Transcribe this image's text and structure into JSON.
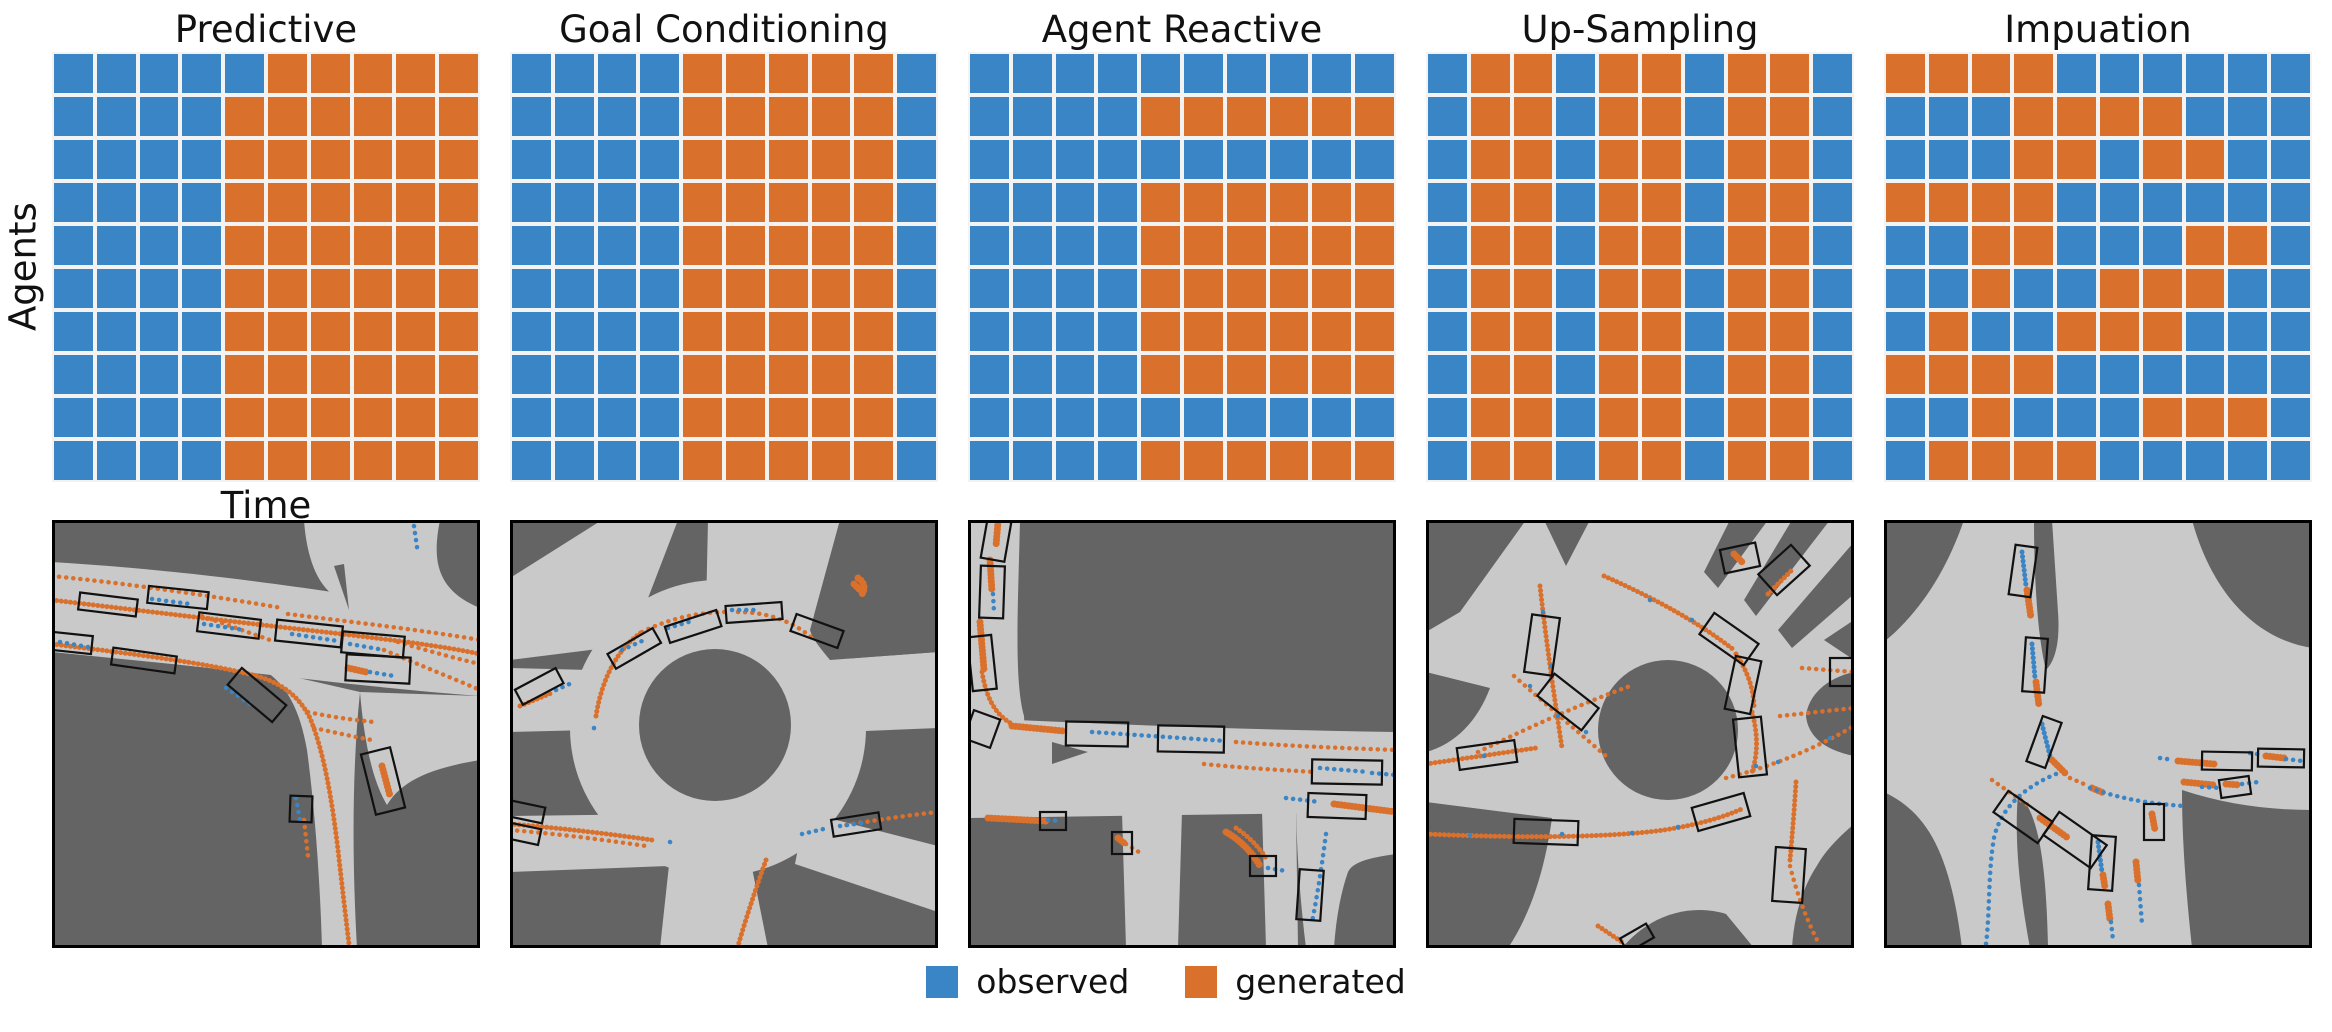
{
  "figure": {
    "ylabel": "Agents",
    "xlabel": "Time"
  },
  "colors": {
    "observed": "#3A85C6",
    "generated": "#D9712D",
    "road": "#C9C9C9",
    "offroad": "#646464",
    "grid_background": "#F3F3F3"
  },
  "mask_key": {
    "B": "observed",
    "O": "generated"
  },
  "panels": [
    {
      "title": "Predictive",
      "mask_rows": [
        "BBBBBOOOOO",
        "BBBBOOOOOO",
        "BBBBOOOOOO",
        "BBBBOOOOOO",
        "BBBBOOOOOO",
        "BBBBOOOOOO",
        "BBBBOOOOOO",
        "BBBBOOOOOO",
        "BBBBOOOOOO",
        "BBBBOOOOOO"
      ]
    },
    {
      "title": "Goal Conditioning",
      "mask_rows": [
        "BBBBOOOOOB",
        "BBBBOOOOOB",
        "BBBBOOOOOB",
        "BBBBOOOOOB",
        "BBBBOOOOOB",
        "BBBBOOOOOB",
        "BBBBOOOOOB",
        "BBBBOOOOOB",
        "BBBBOOOOOB",
        "BBBBOOOOOB"
      ]
    },
    {
      "title": "Agent Reactive",
      "mask_rows": [
        "BBBBBBBBBB",
        "BBBBOOOOOO",
        "BBBBBBBBBB",
        "BBBBOOOOOO",
        "BBBBOOOOOO",
        "BBBBOOOOOO",
        "BBBBOOOOOO",
        "BBBBOOOOOO",
        "BBBBBBBBBB",
        "BBBBOOOOOO"
      ]
    },
    {
      "title": "Up-Sampling",
      "mask_rows": [
        "BOOBOOBOOB",
        "BOOBOOBOOB",
        "BOOBOOBOOB",
        "BOOBOOBOOB",
        "BOOBOOBOOB",
        "BOOBOOBOOB",
        "BOOBOOBOOB",
        "BOOBOOBOOB",
        "BOOBOOBOOB",
        "BOOBOOBOOB"
      ]
    },
    {
      "title": "Impuation",
      "mask_rows": [
        "OOOOBBBBBB",
        "BBBOOOOBBB",
        "BBBOOBOOBB",
        "OOOOBBBBBB",
        "BBOOBBBOOB",
        "BBOBBOOOBB",
        "BOBBOOOBBB",
        "OOOOBBBBBB",
        "BBOBBBOOOB",
        "BOOOOBBBBB"
      ]
    }
  ],
  "legend": {
    "items": [
      {
        "label": "observed",
        "color": "#3A85C6"
      },
      {
        "label": "generated",
        "color": "#D9712D"
      }
    ]
  }
}
